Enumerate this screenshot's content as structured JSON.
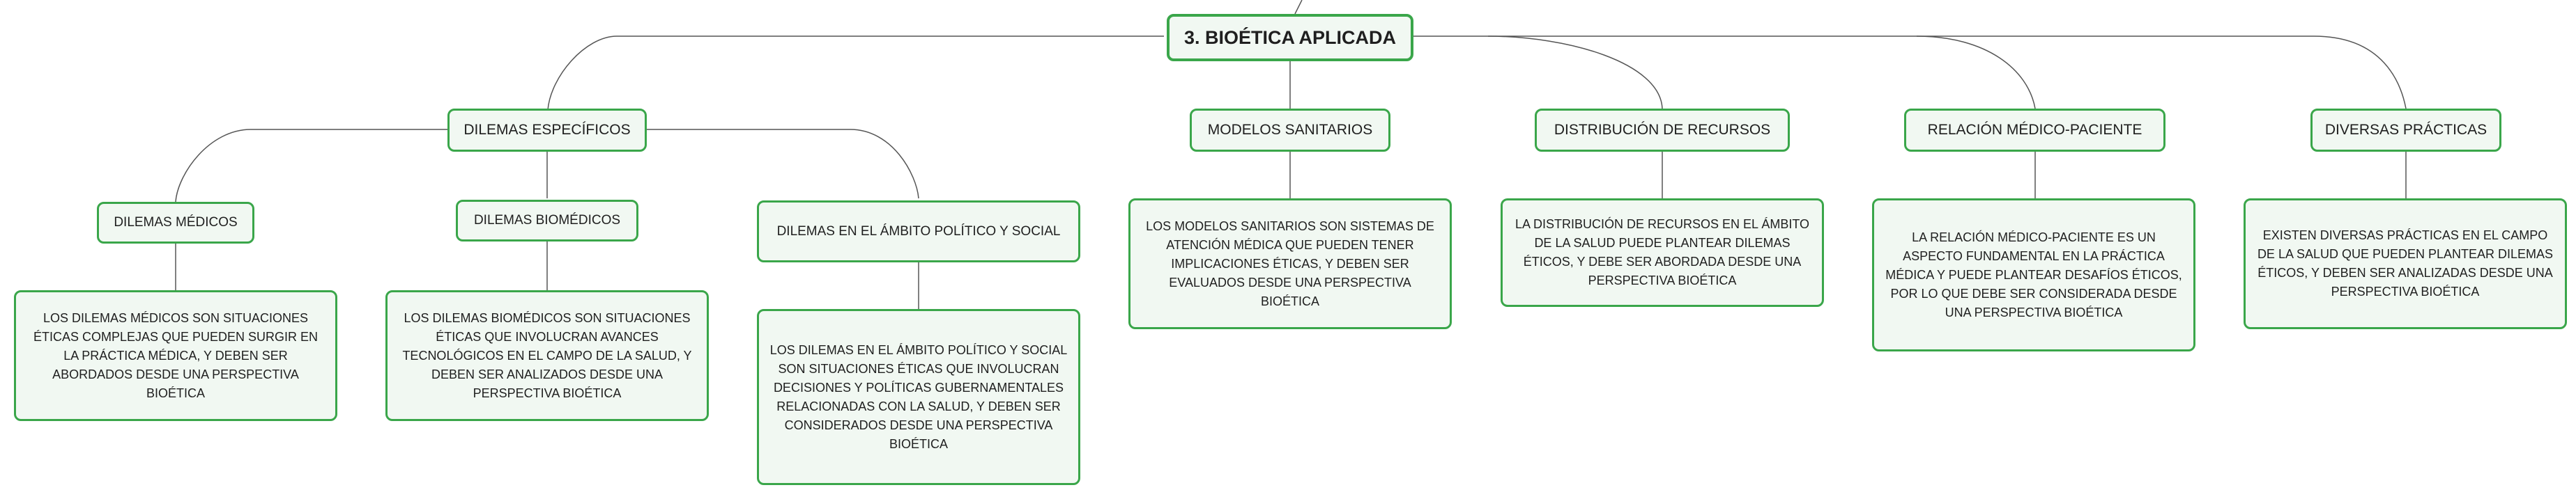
{
  "root": {
    "title": "3. BIOÉTICA APLICADA"
  },
  "branches": [
    {
      "label": "DILEMAS ESPECÍFICOS"
    },
    {
      "label": "MODELOS SANITARIOS",
      "description": "LOS MODELOS SANITARIOS SON SISTEMAS DE ATENCIÓN MÉDICA QUE PUEDEN TENER IMPLICACIONES ÉTICAS, Y DEBEN SER EVALUADOS DESDE UNA PERSPECTIVA BIOÉTICA"
    },
    {
      "label": "DISTRIBUCIÓN DE RECURSOS",
      "description": "LA DISTRIBUCIÓN DE RECURSOS EN EL ÁMBITO DE LA SALUD PUEDE PLANTEAR DILEMAS ÉTICOS, Y DEBE SER ABORDADA DESDE UNA PERSPECTIVA BIOÉTICA"
    },
    {
      "label": "RELACIÓN MÉDICO-PACIENTE",
      "description": "LA RELACIÓN MÉDICO-PACIENTE ES UN ASPECTO FUNDAMENTAL EN LA PRÁCTICA MÉDICA Y PUEDE PLANTEAR DESAFÍOS ÉTICOS, POR LO QUE DEBE SER CONSIDERADA DESDE UNA PERSPECTIVA BIOÉTICA"
    },
    {
      "label": "DIVERSAS PRÁCTICAS",
      "description": "EXISTEN DIVERSAS PRÁCTICAS EN EL CAMPO DE LA SALUD QUE PUEDEN PLANTEAR DILEMAS ÉTICOS, Y DEBEN SER ANALIZADAS DESDE UNA PERSPECTIVA BIOÉTICA"
    }
  ],
  "dilemas": [
    {
      "label": "DILEMAS MÉDICOS",
      "description": "LOS DILEMAS MÉDICOS SON SITUACIONES ÉTICAS COMPLEJAS QUE PUEDEN SURGIR EN LA PRÁCTICA MÉDICA, Y DEBEN SER ABORDADOS DESDE UNA PERSPECTIVA BIOÉTICA"
    },
    {
      "label": "DILEMAS BIOMÉDICOS",
      "description": "LOS DILEMAS BIOMÉDICOS SON SITUACIONES ÉTICAS QUE INVOLUCRAN AVANCES TECNOLÓGICOS EN EL CAMPO DE LA SALUD, Y DEBEN SER ANALIZADOS DESDE UNA PERSPECTIVA BIOÉTICA"
    },
    {
      "label": "DILEMAS EN EL ÁMBITO POLÍTICO Y SOCIAL",
      "description": "LOS DILEMAS EN EL ÁMBITO POLÍTICO Y SOCIAL SON SITUACIONES ÉTICAS QUE INVOLUCRAN DECISIONES Y POLÍTICAS GUBERNAMENTALES RELACIONADAS CON LA SALUD, Y DEBEN SER CONSIDERADOS DESDE UNA PERSPECTIVA BIOÉTICA"
    }
  ],
  "colors": {
    "border": "#3aa64a",
    "fill": "#f1f8f2",
    "connector": "#555555"
  }
}
